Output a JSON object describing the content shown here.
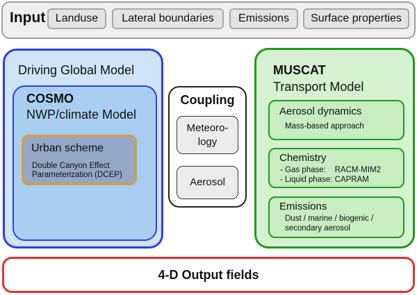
{
  "input": {
    "title": "Input",
    "items": [
      "Landuse",
      "Lateral boundaries",
      "Emissions",
      "Surface properties"
    ]
  },
  "global_model": {
    "title": "Driving Global Model",
    "cosmo": {
      "title": "COSMO",
      "subtitle": "NWP/climate Model",
      "urban": {
        "title": "Urban scheme",
        "line1": "Double Canyon Effect",
        "line2": "Parameterization (DCEP)"
      }
    }
  },
  "coupling": {
    "title": "Coupling",
    "meteorology_line1": "Meteoro-",
    "meteorology_line2": "logy",
    "aerosol": "Aerosol"
  },
  "muscat": {
    "title": "MUSCAT",
    "subtitle": "Transport Model",
    "aerosol_dynamics": {
      "title": "Aerosol dynamics",
      "text": "Mass-based approach"
    },
    "chemistry": {
      "title": "Chemistry",
      "line1": "- Gas phase:    RACM-MIM2",
      "line2": "- Liquid phase: CAPRAM"
    },
    "emissions": {
      "title": "Emissions",
      "line1": "Dust / marine / biogenic /",
      "line2": "secondary aerosol"
    }
  },
  "output": {
    "title": "4-D Output fields"
  },
  "colors": {
    "global_border": "#2b40e6",
    "urban_border": "#de9a3a",
    "muscat_border": "#1e9a1e",
    "output_border": "#e3332b"
  }
}
